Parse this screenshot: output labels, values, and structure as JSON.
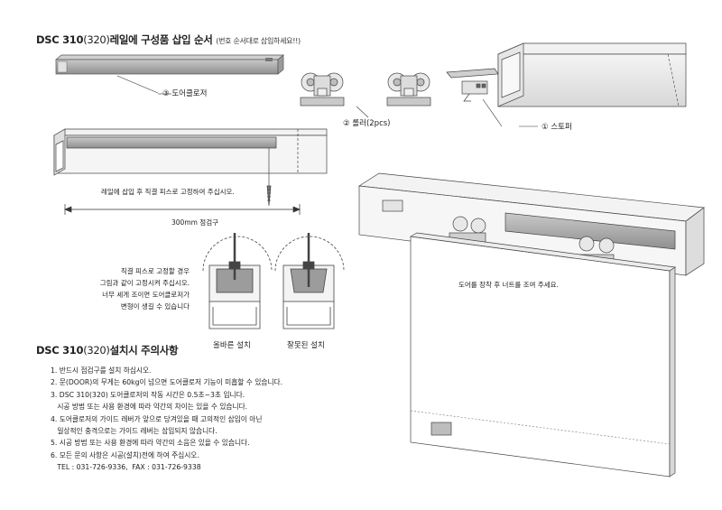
{
  "title1": {
    "model": "DSC 310",
    "model_alt": "(320)",
    "heading": "레일에 구성품 삽입 순서",
    "note": "(번호 순서대로 삽입하세요!!)"
  },
  "callouts": {
    "closer": "③ 도어클로저",
    "roller": "② 롤러(2pcs)",
    "stopper": "① 스토퍼"
  },
  "rail_caption": "레일에 삽입 후 직결 피스로 고정하여 주십시오.",
  "dimension": "300mm 점검구",
  "fix_note": [
    "직결 피스로 고정할 경우",
    "그림과 같이 고정시켜 주십시오.",
    "너무 세게 조이면 도어클로저가",
    "변형이 생길 수 있습니다"
  ],
  "detail_labels": {
    "correct": "올바른 설치",
    "wrong": "잘못된 설치"
  },
  "door_note": "도어를 장착 후 너트를 조여 주세요.",
  "title2": {
    "model": "DSC 310",
    "model_alt": "(320)",
    "heading": "설치시 주의사항"
  },
  "notes": [
    "1. 반드시 점검구를 설치 하십시오.",
    "2. 문(DOOR)의 무게는 60kg이 넘으면 도어클로저 기능이 미흡할 수 있습니다.",
    "3. DSC 310(320) 도어클로저의 작동 시간은 0.5초~3초 입니다.",
    "   시공 방법 또는 사용 환경에 따라 약간의 차이는 있을 수 있습니다.",
    "4. 도어클로저의 가이드 레버가 앞으로 당겨있을 때 고의적인 삽입이 아닌",
    "   일상적인 충격으로는 가이드 레버는 삽입되지 않습니다.",
    "5. 시공 방법 또는 사용 환경에 따라 약간의 소음은 있을 수 있습니다.",
    "6. 모든 문의 사항은 시공(설치)전에 하여 주십시오.",
    "   TEL : 031-726-9336,  FAX : 031-726-9338"
  ]
}
